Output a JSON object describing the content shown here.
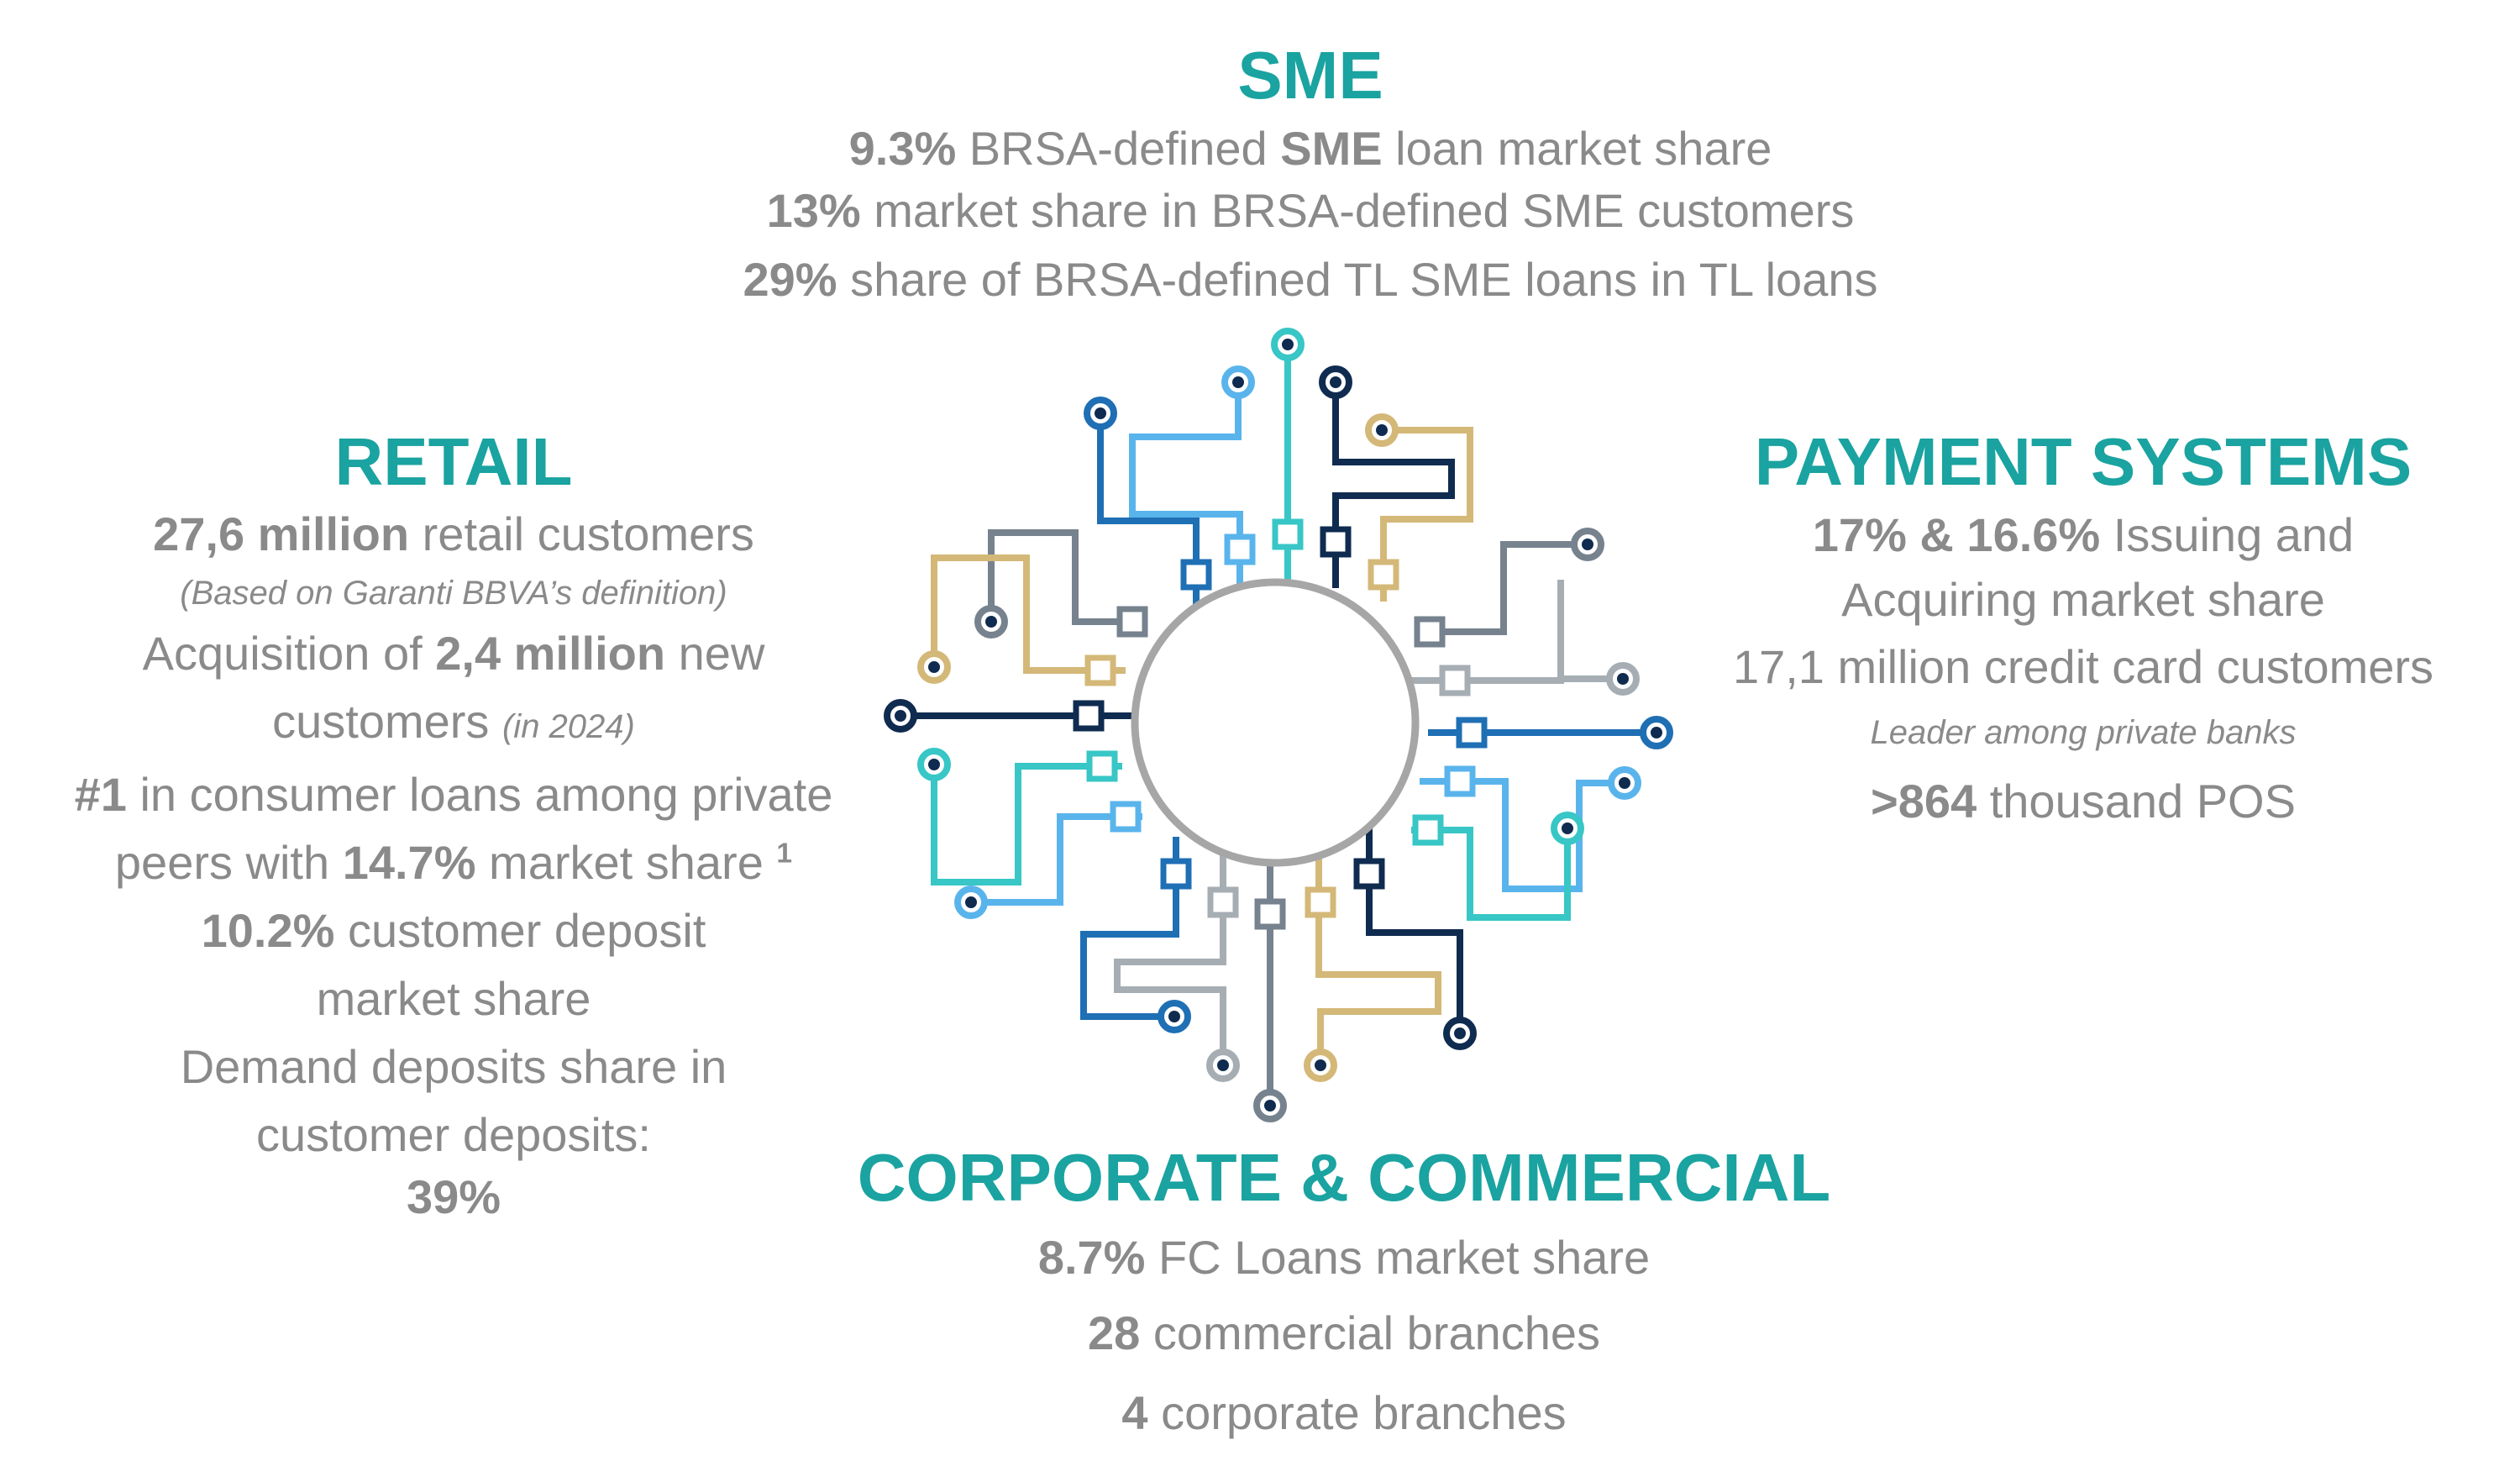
{
  "sme": {
    "title": "SME",
    "lines": [
      [
        {
          "t": "9.3%",
          "b": true
        },
        {
          "t": " BRSA-defined "
        },
        {
          "t": "SME",
          "b": true
        },
        {
          "t": "  loan market share"
        }
      ],
      [
        {
          "t": "13%",
          "b": true
        },
        {
          "t": " market share in BRSA-defined SME customers"
        }
      ],
      [
        {
          "t": "29%",
          "b": true
        },
        {
          "t": " share of BRSA-defined TL SME loans in TL loans"
        }
      ]
    ]
  },
  "retail": {
    "title": "RETAIL",
    "lines": [
      [
        {
          "t": "27,6 million",
          "b": true
        },
        {
          "t": " retail customers"
        }
      ],
      [
        {
          "t": "(Based on Garanti BBVA’s definition)",
          "i": true,
          "small": true
        }
      ],
      [
        {
          "t": "Acquisition of "
        },
        {
          "t": "2,4 million",
          "b": true
        },
        {
          "t": " new"
        }
      ],
      [
        {
          "t": "customers "
        },
        {
          "t": "(in 2024)",
          "i": true,
          "small": true
        }
      ],
      [
        {
          "t": "#1",
          "b": true
        },
        {
          "t": " in consumer loans among private"
        }
      ],
      [
        {
          "t": "peers with  "
        },
        {
          "t": "14.7%",
          "b": true
        },
        {
          "t": " market share "
        },
        {
          "t": "1",
          "sup": true
        }
      ],
      [
        {
          "t": "10.2%",
          "b": true
        },
        {
          "t": " customer deposit"
        }
      ],
      [
        {
          "t": "market share"
        }
      ],
      [
        {
          "t": "Demand deposits share in"
        }
      ],
      [
        {
          "t": "customer deposits:"
        }
      ],
      [
        {
          "t": "39%",
          "b": true
        }
      ]
    ]
  },
  "payment": {
    "title": "PAYMENT SYSTEMS",
    "lines": [
      [
        {
          "t": "17% & 16.6%",
          "b": true
        },
        {
          "t": " Issuing and"
        }
      ],
      [
        {
          "t": "Acquiring market share"
        }
      ],
      [
        {
          "t": "17,1 million credit card customers"
        }
      ],
      [
        {
          "t": "Leader among private banks",
          "i": true,
          "small": true
        }
      ],
      [
        {
          "t": ">864",
          "b": true
        },
        {
          "t": " thousand POS"
        }
      ]
    ]
  },
  "corporate": {
    "title": "CORPORATE & COMMERCIAL",
    "lines": [
      [
        {
          "t": "8.7%",
          "b": true
        },
        {
          "t": " FC Loans market share"
        }
      ],
      [
        {
          "t": "28",
          "b": true
        },
        {
          "t": " commercial branches"
        }
      ],
      [
        {
          "t": "4",
          "b": true
        },
        {
          "t": " corporate branches"
        }
      ]
    ]
  },
  "circuit": {
    "ring_color": "#a6a6a6",
    "palette": [
      "#1f6fb4",
      "#5ab4ec",
      "#38c6c6",
      "#0f2b4f",
      "#d4b878",
      "#76828e",
      "#a6aeb4"
    ]
  }
}
